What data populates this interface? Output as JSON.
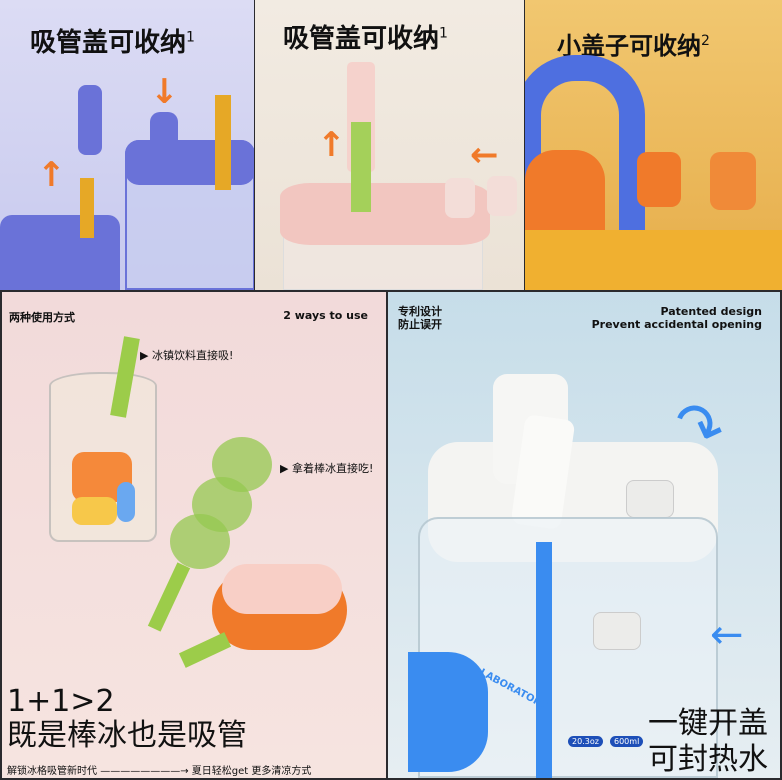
{
  "panels": {
    "top_left": {
      "title": "吸管盖可收纳",
      "sup": "1"
    },
    "top_middle": {
      "title": "吸管盖可收纳",
      "sup": "1"
    },
    "top_right": {
      "title": "小盖子可收纳",
      "sup": "2"
    },
    "bottom_left": {
      "heading_cn": "两种使用方式",
      "heading_en": "2 ways to use",
      "callout_1": "▶ 冰镇饮料直接吸!",
      "callout_2": "▶ 拿着棒冰直接吃!",
      "headline_1": "1+1>2",
      "headline_2": "既是棒冰也是吸管",
      "footer_left": "解锁冰格吸管新时代",
      "footer_right": "夏日轻松get 更多清凉方式"
    },
    "bottom_right": {
      "heading_cn_1": "专利设计",
      "heading_cn_2": "防止误开",
      "heading_en_1": "Patented design",
      "heading_en_2": "Prevent accidental opening",
      "bottle_brand": "LABORATORY",
      "capacity_oz": "20.3oz",
      "capacity_ml": "600ml",
      "headline_1": "一键开盖",
      "headline_2": "可封热水"
    }
  },
  "colors": {
    "purple": "#6a72d8",
    "orange": "#f07a2a",
    "green": "#9ccc4a",
    "blue": "#3a8cf0"
  }
}
